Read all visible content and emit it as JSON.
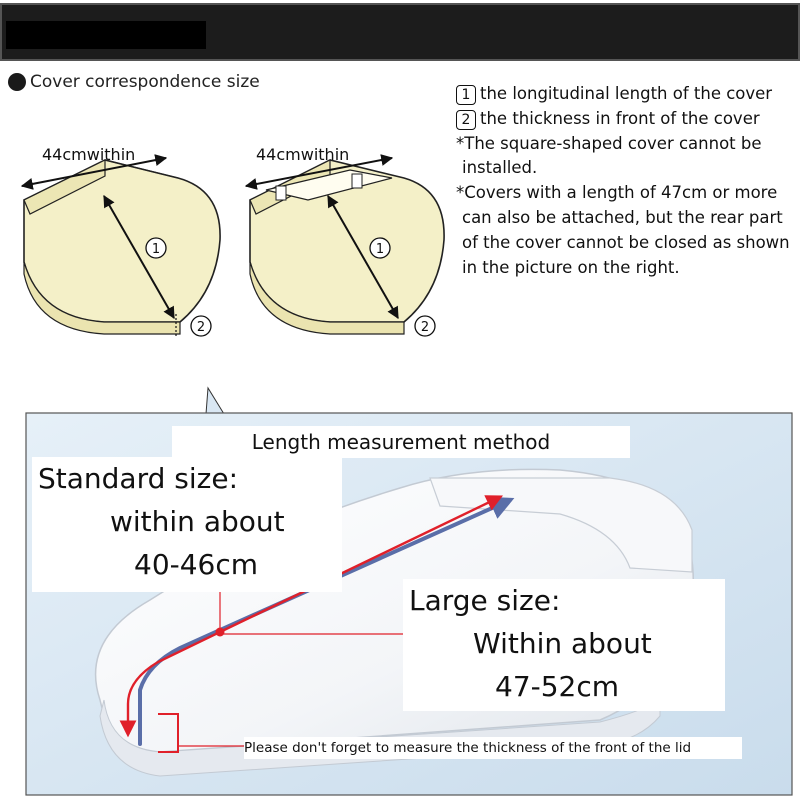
{
  "section": {
    "title": "Cover correspondence size"
  },
  "covers": {
    "left_width_label": "44cmwithin",
    "right_width_label": "44cmwithin",
    "marker_1": "1",
    "marker_2": "2"
  },
  "notes": {
    "item1_num": "1",
    "item1_text": "the longitudinal length of the cover",
    "item2_num": "2",
    "item2_text": "the thickness in front of the cover",
    "note_a_line1": "*The square-shaped cover cannot be",
    "note_a_line2": "installed.",
    "note_b_line1": "*Covers with a length of 47cm or more",
    "note_b_line2": "can also be attached, but the rear part",
    "note_b_line3": "of the cover cannot be closed as shown",
    "note_b_line4": "in the picture on the right."
  },
  "measurement": {
    "title": "Length measurement method",
    "standard_line1": "Standard size:",
    "standard_line2": "within about",
    "standard_line3": "40-46cm",
    "large_line1": "Large size:",
    "large_line2": "Within about",
    "large_line3": "47-52cm",
    "thickness_note": "Please don't forget to measure the thickness of the front of the lid"
  },
  "colors": {
    "cover_fill": "#f4f0c8",
    "photo_bg": "#d6e6f3",
    "arrow_red": "#e0202a",
    "arrow_blue": "#5a6ea8"
  }
}
